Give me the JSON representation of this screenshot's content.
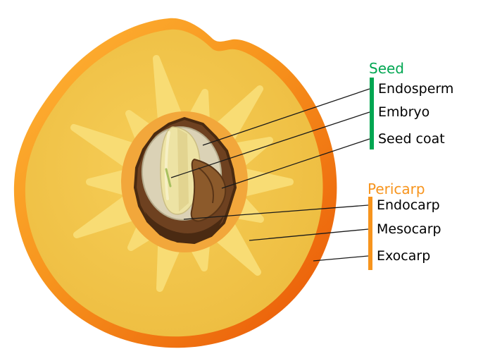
{
  "groups": {
    "seed": {
      "title": "Seed",
      "color": "#00A651",
      "items": {
        "endosperm": "Endosperm",
        "embryo": "Embryo",
        "seed_coat": "Seed coat"
      }
    },
    "pericarp": {
      "title": "Pericarp",
      "color": "#F7941D",
      "items": {
        "endocarp": "Endocarp",
        "mesocarp": "Mesocarp",
        "exocarp": "Exocarp"
      }
    }
  },
  "palette": {
    "exocarp_light": "#FFB637",
    "exocarp_dark": "#E95506",
    "flesh": "#F4CC55",
    "flesh_rays": "#F8DC74",
    "pit_halo": "#F2A73B",
    "pit_brown": "#6E4120",
    "pit_dark_brown": "#4A2A12",
    "seed_chamber": "#DBD2B6",
    "endosperm_fill": "#EDE3A4",
    "seed_coat_fill": "#8C5A2B",
    "leader_line": "#1A1A1A"
  }
}
